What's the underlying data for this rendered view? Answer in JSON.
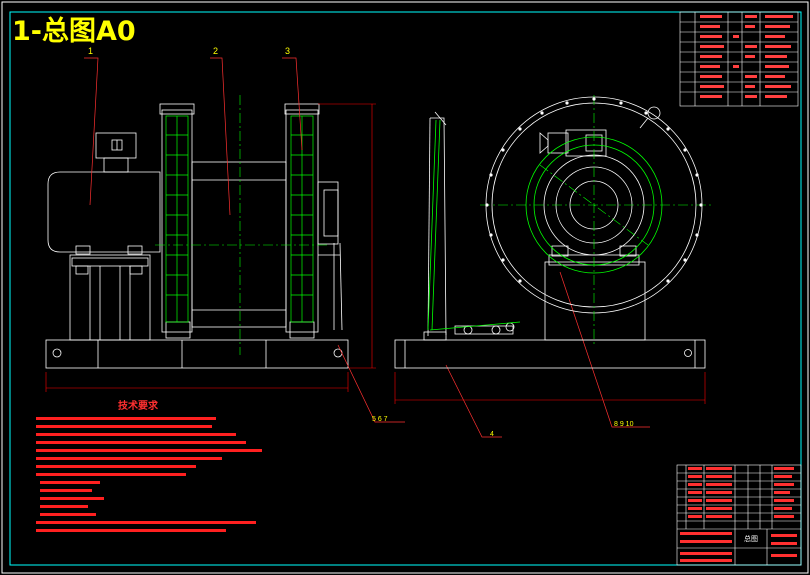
{
  "drawing": {
    "title": "1-总图A0",
    "notes_heading": "技术要求",
    "part_labels": {
      "p1": "1",
      "p2": "2",
      "p3": "3",
      "p4": "4",
      "p567": "5 6 7",
      "p8910": "8 9 10"
    },
    "title_block_name": "总图"
  },
  "colors": {
    "background": "#000000",
    "border": "#ffffff",
    "inner_border": "#00ffff",
    "title": "#ffff00",
    "part_lines": "#ffffff",
    "green": "#00ff00",
    "red": "#ff0000",
    "labels": "#ffff00",
    "centerline": "#00ff00"
  }
}
